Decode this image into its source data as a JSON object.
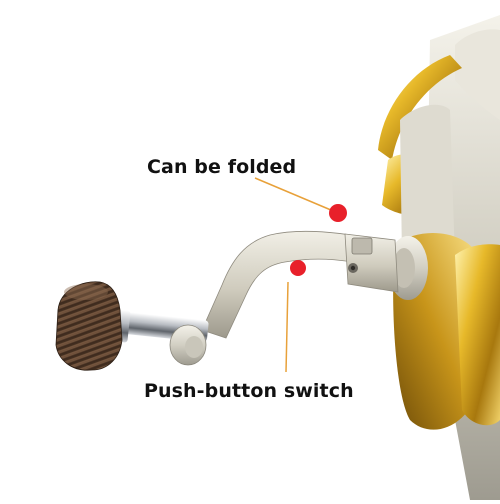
{
  "callouts": {
    "fold": {
      "text": "Can be folded"
    },
    "push": {
      "text": "Push-button switch"
    }
  },
  "colors": {
    "background": "#ffffff",
    "callout_line": "#e8a13a",
    "marker": "#e8202a",
    "gold": "#d4a21c",
    "silver": "#d8d6cc",
    "wood": "#6b4a33"
  },
  "icons": {
    "fold-point-marker": "red-dot",
    "switch-marker": "red-dot"
  }
}
